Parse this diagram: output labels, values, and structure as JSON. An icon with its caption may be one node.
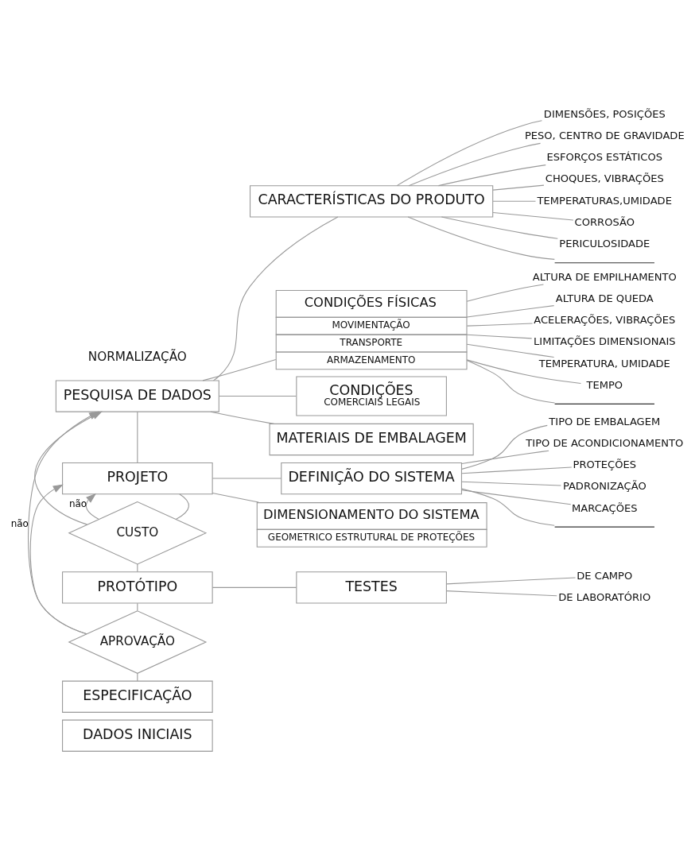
{
  "diagram": {
    "nodes": [
      {
        "text": [
          "DADOS INICIAIS"
        ]
      },
      {
        "text": [
          "PESQUISA DE DADOS"
        ]
      },
      {
        "text": [
          "CARACTERÍSTICAS DO PRODUTO"
        ]
      },
      {
        "text": [
          "CONDIÇÕES FÍSICAS",
          "MOVIMENTAÇÃO",
          "TRANSPORTE",
          "ARMAZENAMENTO"
        ]
      },
      {
        "text": [
          "CONDIÇÕES",
          "COMERCIAIS LEGAIS"
        ]
      },
      {
        "text": [
          "MATERIAIS DE EMBALAGEM"
        ]
      },
      {
        "text": [
          "PROJETO"
        ]
      },
      {
        "text": [
          "CUSTO"
        ]
      },
      {
        "text": [
          "DEFINIÇÃO DO SISTEMA"
        ]
      },
      {
        "text": [
          "DIMENSIONAMENTO DO SISTEMA",
          "GEOMETRICO ESTRUTURAL DE PROTEÇÕES"
        ]
      },
      {
        "text": [
          "PROTÓTIPO"
        ]
      },
      {
        "text": [
          "TESTES"
        ]
      },
      {
        "text": [
          "APROVAÇÃO"
        ]
      },
      {
        "text": [
          "ESPECIFICAÇÃO"
        ]
      },
      {
        "text": [
          "DIMENSÕES, POSIÇÕES"
        ]
      },
      {
        "text": [
          "PESO, CENTRO DE GRAVIDADE"
        ]
      },
      {
        "text": [
          "ESFORÇOS ESTÁTICOS"
        ]
      },
      {
        "text": [
          "CHOQUES, VIBRAÇÕES"
        ]
      },
      {
        "text": [
          "TEMPERATURAS,UMIDADE"
        ]
      },
      {
        "text": [
          "CORROSÃO"
        ]
      },
      {
        "text": [
          "PERICULOSIDADE"
        ]
      },
      {
        "text": [],
        "shape": "line"
      },
      {
        "text": [
          "ALTURA DE EMPILHAMENTO"
        ]
      },
      {
        "text": [
          "ALTURA DE QUEDA"
        ]
      },
      {
        "text": [
          "ACELERAÇÕES, VIBRAÇÕES"
        ]
      },
      {
        "text": [
          "LIMITAÇÕES DIMENSIONAIS"
        ]
      },
      {
        "text": [
          "TEMPERATURA, UMIDADE"
        ]
      },
      {
        "text": [
          "TEMPO"
        ]
      },
      {
        "text": [],
        "shape": "line"
      },
      {
        "text": [
          "TIPO DE EMBALAGEM"
        ]
      },
      {
        "text": [
          "TIPO DE ACONDICIONAMENTO"
        ]
      },
      {
        "text": [
          "PROTEÇÕES"
        ]
      },
      {
        "text": [
          "PADRONIZAÇÃO"
        ]
      },
      {
        "text": [
          "MARCAÇÕES"
        ]
      },
      {
        "text": [],
        "shape": "line"
      },
      {
        "text": [
          "DE CAMPO"
        ]
      },
      {
        "text": [
          "DE LABORATÓRIO"
        ]
      }
    ],
    "edges": [
      {
        "from": 1,
        "to": 2,
        "arrow": "none"
      },
      {
        "from": 1,
        "to": 3,
        "arrow": "none"
      },
      {
        "from": 1,
        "to": 4,
        "arrow": "none"
      },
      {
        "from": 1,
        "to": 5,
        "arrow": "none"
      },
      {
        "from": 1,
        "to": 6,
        "arrow": "none"
      },
      {
        "from": 2,
        "to": 14,
        "arrow": "none"
      },
      {
        "from": 2,
        "to": 15,
        "arrow": "none"
      },
      {
        "from": 2,
        "to": 16,
        "arrow": "none"
      },
      {
        "from": 2,
        "to": 17,
        "arrow": "none"
      },
      {
        "from": 2,
        "to": 18,
        "arrow": "none"
      },
      {
        "from": 2,
        "to": 19,
        "arrow": "none"
      },
      {
        "from": 2,
        "to": 20,
        "arrow": "none"
      },
      {
        "from": 2,
        "to": 21,
        "arrow": "none"
      },
      {
        "from": 3,
        "to": 22,
        "arrow": "none"
      },
      {
        "from": 3,
        "to": 23,
        "arrow": "none"
      },
      {
        "from": 3,
        "to": 24,
        "arrow": "none"
      },
      {
        "from": 3,
        "to": 25,
        "arrow": "none"
      },
      {
        "from": 3,
        "to": 26,
        "arrow": "none"
      },
      {
        "from": 3,
        "to": 27,
        "arrow": "none"
      },
      {
        "from": 3,
        "to": 28,
        "arrow": "none"
      },
      {
        "from": 6,
        "to": 8,
        "arrow": "none"
      },
      {
        "from": 6,
        "to": 9,
        "arrow": "none"
      },
      {
        "from": 6,
        "to": 7,
        "arrow": "none"
      },
      {
        "from": 8,
        "to": 29,
        "arrow": "none"
      },
      {
        "from": 8,
        "to": 30,
        "arrow": "none"
      },
      {
        "from": 8,
        "to": 31,
        "arrow": "none"
      },
      {
        "from": 8,
        "to": 32,
        "arrow": "none"
      },
      {
        "from": 8,
        "to": 33,
        "arrow": "none"
      },
      {
        "from": 8,
        "to": 34,
        "arrow": "none"
      },
      {
        "from": 7,
        "to": 10,
        "arrow": "none"
      },
      {
        "from": 7,
        "to": 6,
        "label": "não",
        "arrow": "to"
      },
      {
        "from": 7,
        "to": 1,
        "arrow": "to"
      },
      {
        "from": 10,
        "to": 11,
        "arrow": "none"
      },
      {
        "from": 11,
        "to": 35,
        "arrow": "none"
      },
      {
        "from": 11,
        "to": 36,
        "arrow": "none"
      },
      {
        "from": 10,
        "to": 12,
        "arrow": "none"
      },
      {
        "from": 12,
        "to": 1,
        "label": "não",
        "arrow": "to"
      },
      {
        "from": 12,
        "to": 6,
        "arrow": "to"
      },
      {
        "from": 12,
        "to": 13,
        "arrow": "none"
      }
    ],
    "labels": [
      "NORMALIZAÇÃO"
    ]
  }
}
